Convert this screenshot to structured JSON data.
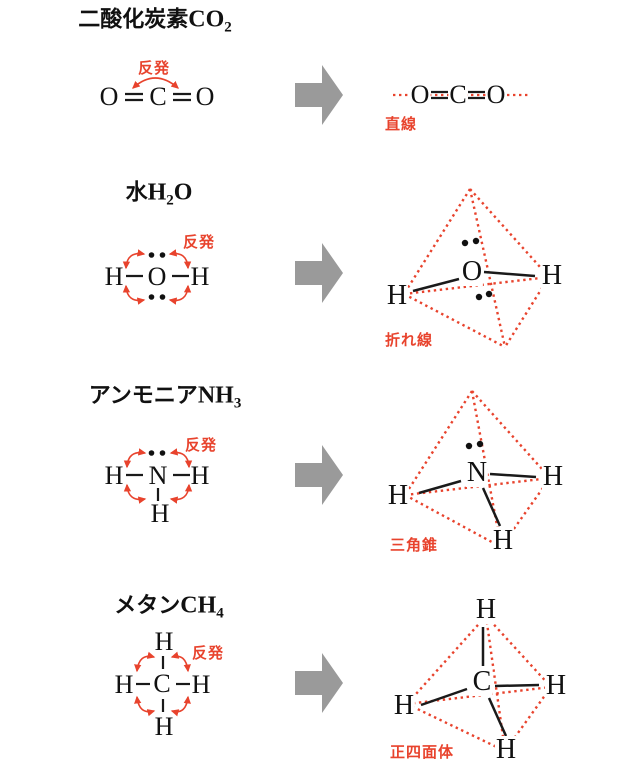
{
  "colors": {
    "accent_red": "#e8432d",
    "arrow_gray": "#9a9a9a",
    "text_black": "#111111"
  },
  "molecules": [
    {
      "title": {
        "name": "二酸化炭素",
        "formula": "CO",
        "sub": "2",
        "formula_tail": ""
      },
      "repulsion_label": "反発",
      "shape_label": "直線",
      "lewis": {
        "left": "O",
        "center": "C",
        "right": "O"
      },
      "result": {
        "left": "O",
        "center": "C",
        "right": "O"
      }
    },
    {
      "title": {
        "name": "水",
        "formula": "H",
        "sub": "2",
        "formula_tail": "O"
      },
      "repulsion_label": "反発",
      "shape_label": "折れ線",
      "lewis": {
        "left": "H",
        "center": "O",
        "right": "H"
      },
      "result": {
        "center": "O",
        "left": "H",
        "right": "H"
      }
    },
    {
      "title": {
        "name": "アンモニア",
        "formula": "NH",
        "sub": "3",
        "formula_tail": ""
      },
      "repulsion_label": "反発",
      "shape_label": "三角錐",
      "lewis": {
        "left": "H",
        "center": "N",
        "right": "H",
        "bottom": "H"
      },
      "result": {
        "center": "N",
        "left": "H",
        "right": "H",
        "bottom": "H"
      }
    },
    {
      "title": {
        "name": "メタン",
        "formula": "CH",
        "sub": "4",
        "formula_tail": ""
      },
      "repulsion_label": "反発",
      "shape_label": "正四面体",
      "lewis": {
        "top": "H",
        "left": "H",
        "center": "C",
        "right": "H",
        "bottom": "H"
      },
      "result": {
        "center": "C",
        "top": "H",
        "left": "H",
        "right": "H",
        "bottom": "H"
      }
    }
  ]
}
